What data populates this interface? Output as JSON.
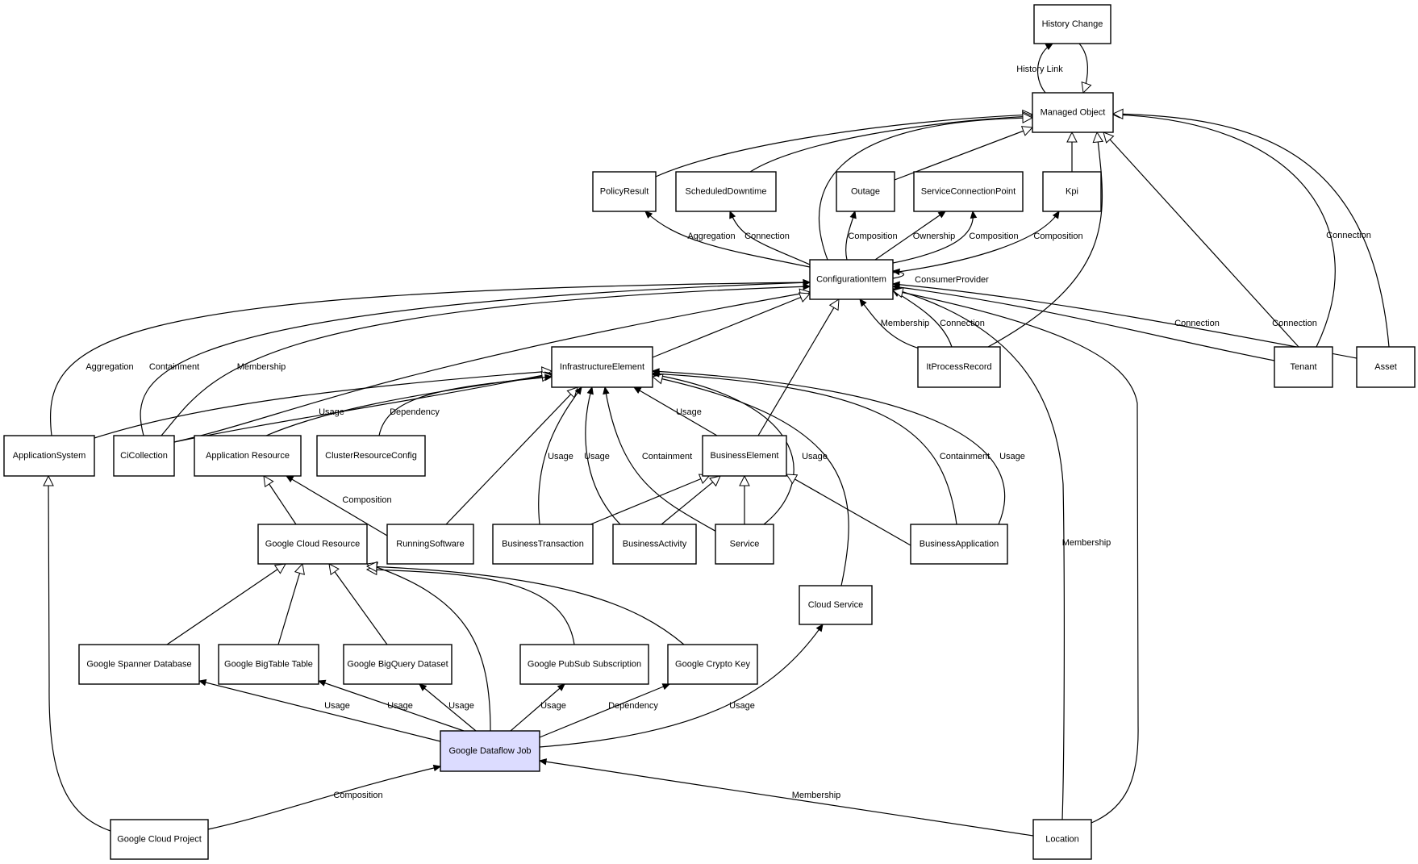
{
  "diagram": {
    "nodes": [
      {
        "id": "history_change",
        "label": "History Change"
      },
      {
        "id": "managed_object",
        "label": "Managed Object"
      },
      {
        "id": "policy_result",
        "label": "PolicyResult"
      },
      {
        "id": "scheduled_downtime",
        "label": "ScheduledDowntime"
      },
      {
        "id": "outage",
        "label": "Outage"
      },
      {
        "id": "service_connection_point",
        "label": "ServiceConnectionPoint"
      },
      {
        "id": "kpi",
        "label": "Kpi"
      },
      {
        "id": "configuration_item",
        "label": "ConfigurationItem"
      },
      {
        "id": "infrastructure_element",
        "label": "InfrastructureElement"
      },
      {
        "id": "it_process_record",
        "label": "ItProcessRecord"
      },
      {
        "id": "tenant",
        "label": "Tenant"
      },
      {
        "id": "asset",
        "label": "Asset"
      },
      {
        "id": "application_system",
        "label": "ApplicationSystem"
      },
      {
        "id": "ci_collection",
        "label": "CiCollection"
      },
      {
        "id": "application_resource",
        "label": "Application Resource"
      },
      {
        "id": "cluster_resource_config",
        "label": "ClusterResourceConfig"
      },
      {
        "id": "business_element",
        "label": "BusinessElement"
      },
      {
        "id": "google_cloud_resource",
        "label": "Google Cloud Resource"
      },
      {
        "id": "running_software",
        "label": "RunningSoftware"
      },
      {
        "id": "business_transaction",
        "label": "BusinessTransaction"
      },
      {
        "id": "business_activity",
        "label": "BusinessActivity"
      },
      {
        "id": "service",
        "label": "Service"
      },
      {
        "id": "business_application",
        "label": "BusinessApplication"
      },
      {
        "id": "cloud_service",
        "label": "Cloud Service"
      },
      {
        "id": "google_spanner_database",
        "label": "Google Spanner Database"
      },
      {
        "id": "google_bigtable_table",
        "label": "Google BigTable Table"
      },
      {
        "id": "google_bigquery_dataset",
        "label": "Google BigQuery Dataset"
      },
      {
        "id": "google_pubsub_subscription",
        "label": "Google PubSub Subscription"
      },
      {
        "id": "google_crypto_key",
        "label": "Google Crypto Key"
      },
      {
        "id": "google_dataflow_job",
        "label": "Google Dataflow Job",
        "highlight": true
      },
      {
        "id": "google_cloud_project",
        "label": "Google Cloud Project"
      },
      {
        "id": "location",
        "label": "Location"
      }
    ],
    "edges": [
      {
        "id": "e1",
        "from": "managed_object",
        "to": "history_change",
        "label": "History Link",
        "arrow": "filled"
      },
      {
        "id": "e2",
        "from": "history_change",
        "to": "managed_object",
        "label": "",
        "arrow": "hollow"
      },
      {
        "id": "e3",
        "from": "policy_result",
        "to": "managed_object",
        "label": "",
        "arrow": "hollow"
      },
      {
        "id": "e4",
        "from": "scheduled_downtime",
        "to": "managed_object",
        "label": "",
        "arrow": "hollow"
      },
      {
        "id": "e5",
        "from": "configuration_item",
        "to": "managed_object",
        "label": "",
        "arrow": "hollow"
      },
      {
        "id": "e6",
        "from": "outage",
        "to": "managed_object",
        "label": "",
        "arrow": "hollow"
      },
      {
        "id": "e7",
        "from": "kpi",
        "to": "managed_object",
        "label": "",
        "arrow": "hollow"
      },
      {
        "id": "e8",
        "from": "it_process_record",
        "to": "managed_object",
        "label": "",
        "arrow": "hollow"
      },
      {
        "id": "e9",
        "from": "tenant",
        "to": "managed_object",
        "label": "",
        "arrow": "hollow"
      },
      {
        "id": "e10",
        "from": "tenant",
        "to": "managed_object",
        "label": "Connection",
        "arrow": "filled"
      },
      {
        "id": "e11",
        "from": "asset",
        "to": "managed_object",
        "label": "",
        "arrow": "hollow"
      },
      {
        "id": "e12",
        "from": "configuration_item",
        "to": "policy_result",
        "label": "Aggregation",
        "arrow": "filled"
      },
      {
        "id": "e13",
        "from": "configuration_item",
        "to": "scheduled_downtime",
        "label": "Connection",
        "arrow": "filled"
      },
      {
        "id": "e14",
        "from": "configuration_item",
        "to": "outage",
        "label": "Composition",
        "arrow": "filled"
      },
      {
        "id": "e15",
        "from": "configuration_item",
        "to": "service_connection_point",
        "label": "Ownership",
        "arrow": "filled"
      },
      {
        "id": "e16",
        "from": "configuration_item",
        "to": "service_connection_point",
        "label": "Composition",
        "arrow": "filled"
      },
      {
        "id": "e17",
        "from": "configuration_item",
        "to": "kpi",
        "label": "Composition",
        "arrow": "filled"
      },
      {
        "id": "e18",
        "from": "configuration_item",
        "to": "configuration_item",
        "label": "ConsumerProvider",
        "arrow": "filled"
      },
      {
        "id": "e19",
        "from": "application_system",
        "to": "configuration_item",
        "label": "Aggregation",
        "arrow": "filled"
      },
      {
        "id": "e20",
        "from": "ci_collection",
        "to": "configuration_item",
        "label": "Containment",
        "arrow": "filled"
      },
      {
        "id": "e21",
        "from": "ci_collection",
        "to": "configuration_item",
        "label": "Membership",
        "arrow": "filled"
      },
      {
        "id": "e22",
        "from": "ci_collection",
        "to": "configuration_item",
        "label": "",
        "arrow": "hollow"
      },
      {
        "id": "e23",
        "from": "infrastructure_element",
        "to": "configuration_item",
        "label": "",
        "arrow": "hollow"
      },
      {
        "id": "e24",
        "from": "business_element",
        "to": "configuration_item",
        "label": "",
        "arrow": "hollow"
      },
      {
        "id": "e25",
        "from": "it_process_record",
        "to": "configuration_item",
        "label": "Membership",
        "arrow": "filled"
      },
      {
        "id": "e26",
        "from": "it_process_record",
        "to": "configuration_item",
        "label": "Connection",
        "arrow": "filled"
      },
      {
        "id": "e27",
        "from": "tenant",
        "to": "configuration_item",
        "label": "Connection",
        "arrow": "filled"
      },
      {
        "id": "e28",
        "from": "asset",
        "to": "configuration_item",
        "label": "Connection",
        "arrow": "filled"
      },
      {
        "id": "e29",
        "from": "location",
        "to": "configuration_item",
        "label": "Membership",
        "arrow": "filled"
      },
      {
        "id": "e30",
        "from": "location",
        "to": "configuration_item",
        "label": "",
        "arrow": "hollow"
      },
      {
        "id": "e31",
        "from": "application_system",
        "to": "infrastructure_element",
        "label": "",
        "arrow": "hollow"
      },
      {
        "id": "e32",
        "from": "ci_collection",
        "to": "infrastructure_element",
        "label": "Usage",
        "arrow": "filled"
      },
      {
        "id": "e33",
        "from": "application_resource",
        "to": "infrastructure_element",
        "label": "",
        "arrow": "hollow"
      },
      {
        "id": "e34",
        "from": "cluster_resource_config",
        "to": "infrastructure_element",
        "label": "Dependency",
        "arrow": "filled"
      },
      {
        "id": "e35",
        "from": "running_software",
        "to": "infrastructure_element",
        "label": "",
        "arrow": "hollow"
      },
      {
        "id": "e36",
        "from": "business_transaction",
        "to": "infrastructure_element",
        "label": "Usage",
        "arrow": "filled"
      },
      {
        "id": "e37",
        "from": "business_activity",
        "to": "infrastructure_element",
        "label": "Usage",
        "arrow": "filled"
      },
      {
        "id": "e38",
        "from": "service",
        "to": "infrastructure_element",
        "label": "Containment",
        "arrow": "filled"
      },
      {
        "id": "e39",
        "from": "business_element",
        "to": "infrastructure_element",
        "label": "Usage",
        "arrow": "filled"
      },
      {
        "id": "e40",
        "from": "service",
        "to": "infrastructure_element",
        "label": "Usage",
        "arrow": "filled"
      },
      {
        "id": "e41",
        "from": "cloud_service",
        "to": "infrastructure_element",
        "label": "",
        "arrow": "hollow"
      },
      {
        "id": "e42",
        "from": "business_application",
        "to": "infrastructure_element",
        "label": "Containment",
        "arrow": "filled"
      },
      {
        "id": "e43",
        "from": "business_application",
        "to": "infrastructure_element",
        "label": "Usage",
        "arrow": "filled"
      },
      {
        "id": "e44",
        "from": "business_transaction",
        "to": "business_element",
        "label": "",
        "arrow": "hollow"
      },
      {
        "id": "e45",
        "from": "business_activity",
        "to": "business_element",
        "label": "",
        "arrow": "hollow"
      },
      {
        "id": "e46",
        "from": "service",
        "to": "business_element",
        "label": "",
        "arrow": "hollow"
      },
      {
        "id": "e47",
        "from": "business_application",
        "to": "business_element",
        "label": "",
        "arrow": "hollow"
      },
      {
        "id": "e48",
        "from": "running_software",
        "to": "application_resource",
        "label": "Composition",
        "arrow": "filled"
      },
      {
        "id": "e49",
        "from": "google_cloud_resource",
        "to": "application_resource",
        "label": "",
        "arrow": "hollow"
      },
      {
        "id": "e50",
        "from": "google_spanner_database",
        "to": "google_cloud_resource",
        "label": "",
        "arrow": "hollow"
      },
      {
        "id": "e51",
        "from": "google_bigtable_table",
        "to": "google_cloud_resource",
        "label": "",
        "arrow": "hollow"
      },
      {
        "id": "e52",
        "from": "google_bigquery_dataset",
        "to": "google_cloud_resource",
        "label": "",
        "arrow": "hollow"
      },
      {
        "id": "e53",
        "from": "google_dataflow_job",
        "to": "google_cloud_resource",
        "label": "",
        "arrow": "hollow"
      },
      {
        "id": "e54",
        "from": "google_pubsub_subscription",
        "to": "google_cloud_resource",
        "label": "",
        "arrow": "hollow"
      },
      {
        "id": "e55",
        "from": "google_crypto_key",
        "to": "google_cloud_resource",
        "label": "",
        "arrow": "hollow"
      },
      {
        "id": "e56",
        "from": "google_dataflow_job",
        "to": "google_spanner_database",
        "label": "Usage",
        "arrow": "filled"
      },
      {
        "id": "e57",
        "from": "google_dataflow_job",
        "to": "google_bigtable_table",
        "label": "Usage",
        "arrow": "filled"
      },
      {
        "id": "e58",
        "from": "google_dataflow_job",
        "to": "google_bigquery_dataset",
        "label": "Usage",
        "arrow": "filled"
      },
      {
        "id": "e59",
        "from": "google_dataflow_job",
        "to": "google_pubsub_subscription",
        "label": "Usage",
        "arrow": "filled"
      },
      {
        "id": "e60",
        "from": "google_dataflow_job",
        "to": "google_crypto_key",
        "label": "Dependency",
        "arrow": "filled"
      },
      {
        "id": "e61",
        "from": "google_dataflow_job",
        "to": "cloud_service",
        "label": "Usage",
        "arrow": "filled"
      },
      {
        "id": "e62",
        "from": "google_cloud_project",
        "to": "application_system",
        "label": "",
        "arrow": "hollow"
      },
      {
        "id": "e63",
        "from": "google_cloud_project",
        "to": "google_dataflow_job",
        "label": "Composition",
        "arrow": "filled"
      },
      {
        "id": "e64",
        "from": "location",
        "to": "google_dataflow_job",
        "label": "Membership",
        "arrow": "filled"
      }
    ]
  }
}
